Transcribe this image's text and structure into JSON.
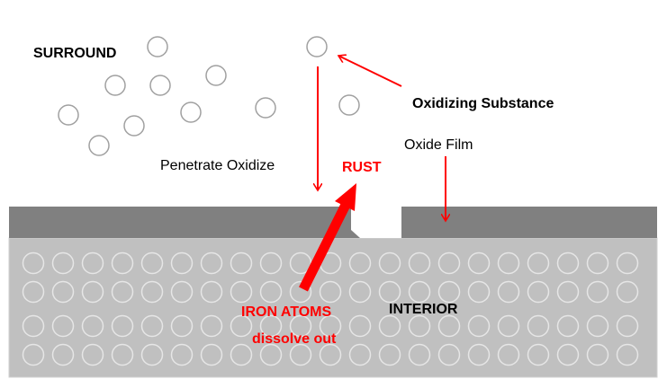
{
  "labels": {
    "surround": "SURROUND",
    "oxidizing_substance": "Oxidizing Substance",
    "penetrate_oxidize": "Penetrate Oxidize",
    "oxide_film": "Oxide Film",
    "rust": "RUST",
    "iron_atoms": "IRON ATOMS",
    "dissolve_out": "dissolve out",
    "interior": "INTERIOR"
  },
  "colors": {
    "oxide_film": "#808080",
    "interior": "#c0c0c0",
    "atom_outline": "#e6e6e6",
    "molecule_outline": "#a0a0a0",
    "arrow": "#ff0000",
    "highlight_text": "#ff0000"
  }
}
